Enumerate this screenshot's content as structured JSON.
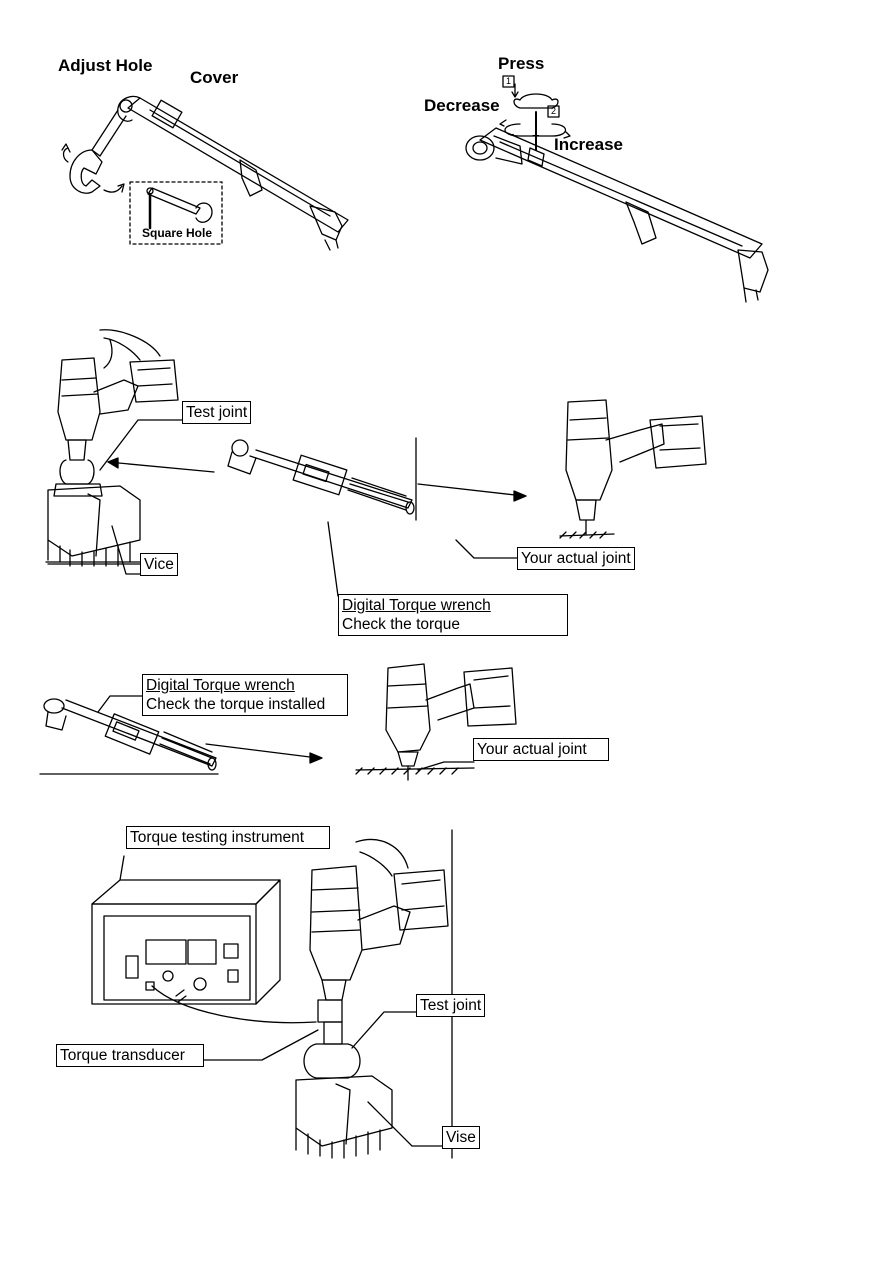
{
  "figure1": {
    "adjust_hole": "Adjust Hole",
    "cover": "Cover",
    "square_hole": "Square Hole"
  },
  "figure2": {
    "press": "Press",
    "decrease": "Decrease",
    "increase": "Increase",
    "step1": "1",
    "step2": "2",
    "minus": "-",
    "plus": "+"
  },
  "figure3": {
    "test_joint": "Test joint",
    "vice": "Vice",
    "actual_joint": "Your actual joint",
    "wrench_line1": "Digital Torque wrench",
    "wrench_line2": "Check the torque"
  },
  "figure4": {
    "wrench_line1": "Digital Torque wrench",
    "wrench_line2": "Check the torque installed",
    "actual_joint": "Your actual joint"
  },
  "figure5": {
    "instrument": "Torque testing instrument",
    "test_joint": "Test joint",
    "transducer": "Torque transducer",
    "vise": "Vise"
  }
}
